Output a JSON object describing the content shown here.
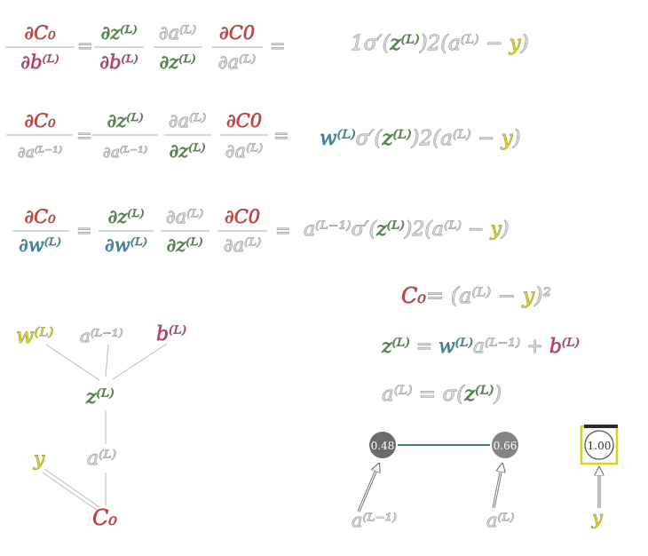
{
  "colors": {
    "cost": "#d93b3b",
    "bias": "#c93a6e",
    "z": "#4c8a3f",
    "w": "#2f8ca3",
    "y": "#d9d313",
    "gray": "#d6d6d6",
    "node_dark": "#6e6e6e",
    "node_mid": "#a4a4a4",
    "edge": "#3d7a86"
  },
  "equations": {
    "eq1": {
      "lhs_top": "∂C₀",
      "lhs_bottom": "∂b⁽ᴸ⁾",
      "f1_top": "∂z⁽ᴸ⁾",
      "f1_bottom": "∂b⁽ᴸ⁾",
      "f2_top": "∂a⁽ᴸ⁾",
      "f2_bottom": "∂z⁽ᴸ⁾",
      "f3_top": "∂C0",
      "f3_bottom": "∂a⁽ᴸ⁾",
      "rhs_lead": "1",
      "rhs_sigma": "σ′(",
      "rhs_z": "z⁽ᴸ⁾",
      "rhs_mid": ")2(a⁽ᴸ⁾ − ",
      "rhs_y": "y",
      "rhs_end": ")"
    },
    "eq2": {
      "lhs_top": "∂C₀",
      "lhs_bottom": "∂a⁽ᴸ⁻¹⁾",
      "f1_top": "∂z⁽ᴸ⁾",
      "f1_bottom": "∂a⁽ᴸ⁻¹⁾",
      "f2_top": "∂a⁽ᴸ⁾",
      "f2_bottom": "∂z⁽ᴸ⁾",
      "f3_top": "∂C0",
      "f3_bottom": "∂a⁽ᴸ⁾",
      "rhs_lead": "w⁽ᴸ⁾",
      "rhs_sigma": "σ′(",
      "rhs_z": "z⁽ᴸ⁾",
      "rhs_mid": ")2(a⁽ᴸ⁾ − ",
      "rhs_y": "y",
      "rhs_end": ")"
    },
    "eq3": {
      "lhs_top": "∂C₀",
      "lhs_bottom": "∂w⁽ᴸ⁾",
      "f1_top": "∂z⁽ᴸ⁾",
      "f1_bottom": "∂w⁽ᴸ⁾",
      "f2_top": "∂a⁽ᴸ⁾",
      "f2_bottom": "∂z⁽ᴸ⁾",
      "f3_top": "∂C0",
      "f3_bottom": "∂a⁽ᴸ⁾",
      "rhs_lead": "a⁽ᴸ⁻¹⁾",
      "rhs_sigma": "σ′(",
      "rhs_z": "z⁽ᴸ⁾",
      "rhs_mid": ")2(a⁽ᴸ⁾ − ",
      "rhs_y": "y",
      "rhs_end": ")"
    },
    "equals": "="
  },
  "definitions": {
    "cost_lhs": "C₀",
    "cost_rhs_a": "= (a⁽ᴸ⁾ − ",
    "cost_rhs_y": "y",
    "cost_rhs_end": ")²",
    "z_lhs": "z⁽ᴸ⁾",
    "z_eq": " = ",
    "z_w": "w⁽ᴸ⁾",
    "z_a": "a⁽ᴸ⁻¹⁾",
    "z_plus": " + ",
    "z_b": "b⁽ᴸ⁾",
    "a_lhs": "a⁽ᴸ⁾",
    "a_rhs_open": " = σ(",
    "a_rhs_z": "z⁽ᴸ⁾",
    "a_rhs_close": ")"
  },
  "tree": {
    "w": "w⁽ᴸ⁾",
    "a_prev": "a⁽ᴸ⁻¹⁾",
    "b": "b⁽ᴸ⁾",
    "z": "z⁽ᴸ⁾",
    "y": "y",
    "a": "a⁽ᴸ⁾",
    "cost": "C₀"
  },
  "network": {
    "neuron_prev_value": "0.48",
    "neuron_prev_level": 0.48,
    "neuron_out_value": "0.66",
    "neuron_out_level": 0.66,
    "target_value": "1.00",
    "label_prev": "a⁽ᴸ⁻¹⁾",
    "label_out": "a⁽ᴸ⁾",
    "label_target": "y"
  }
}
